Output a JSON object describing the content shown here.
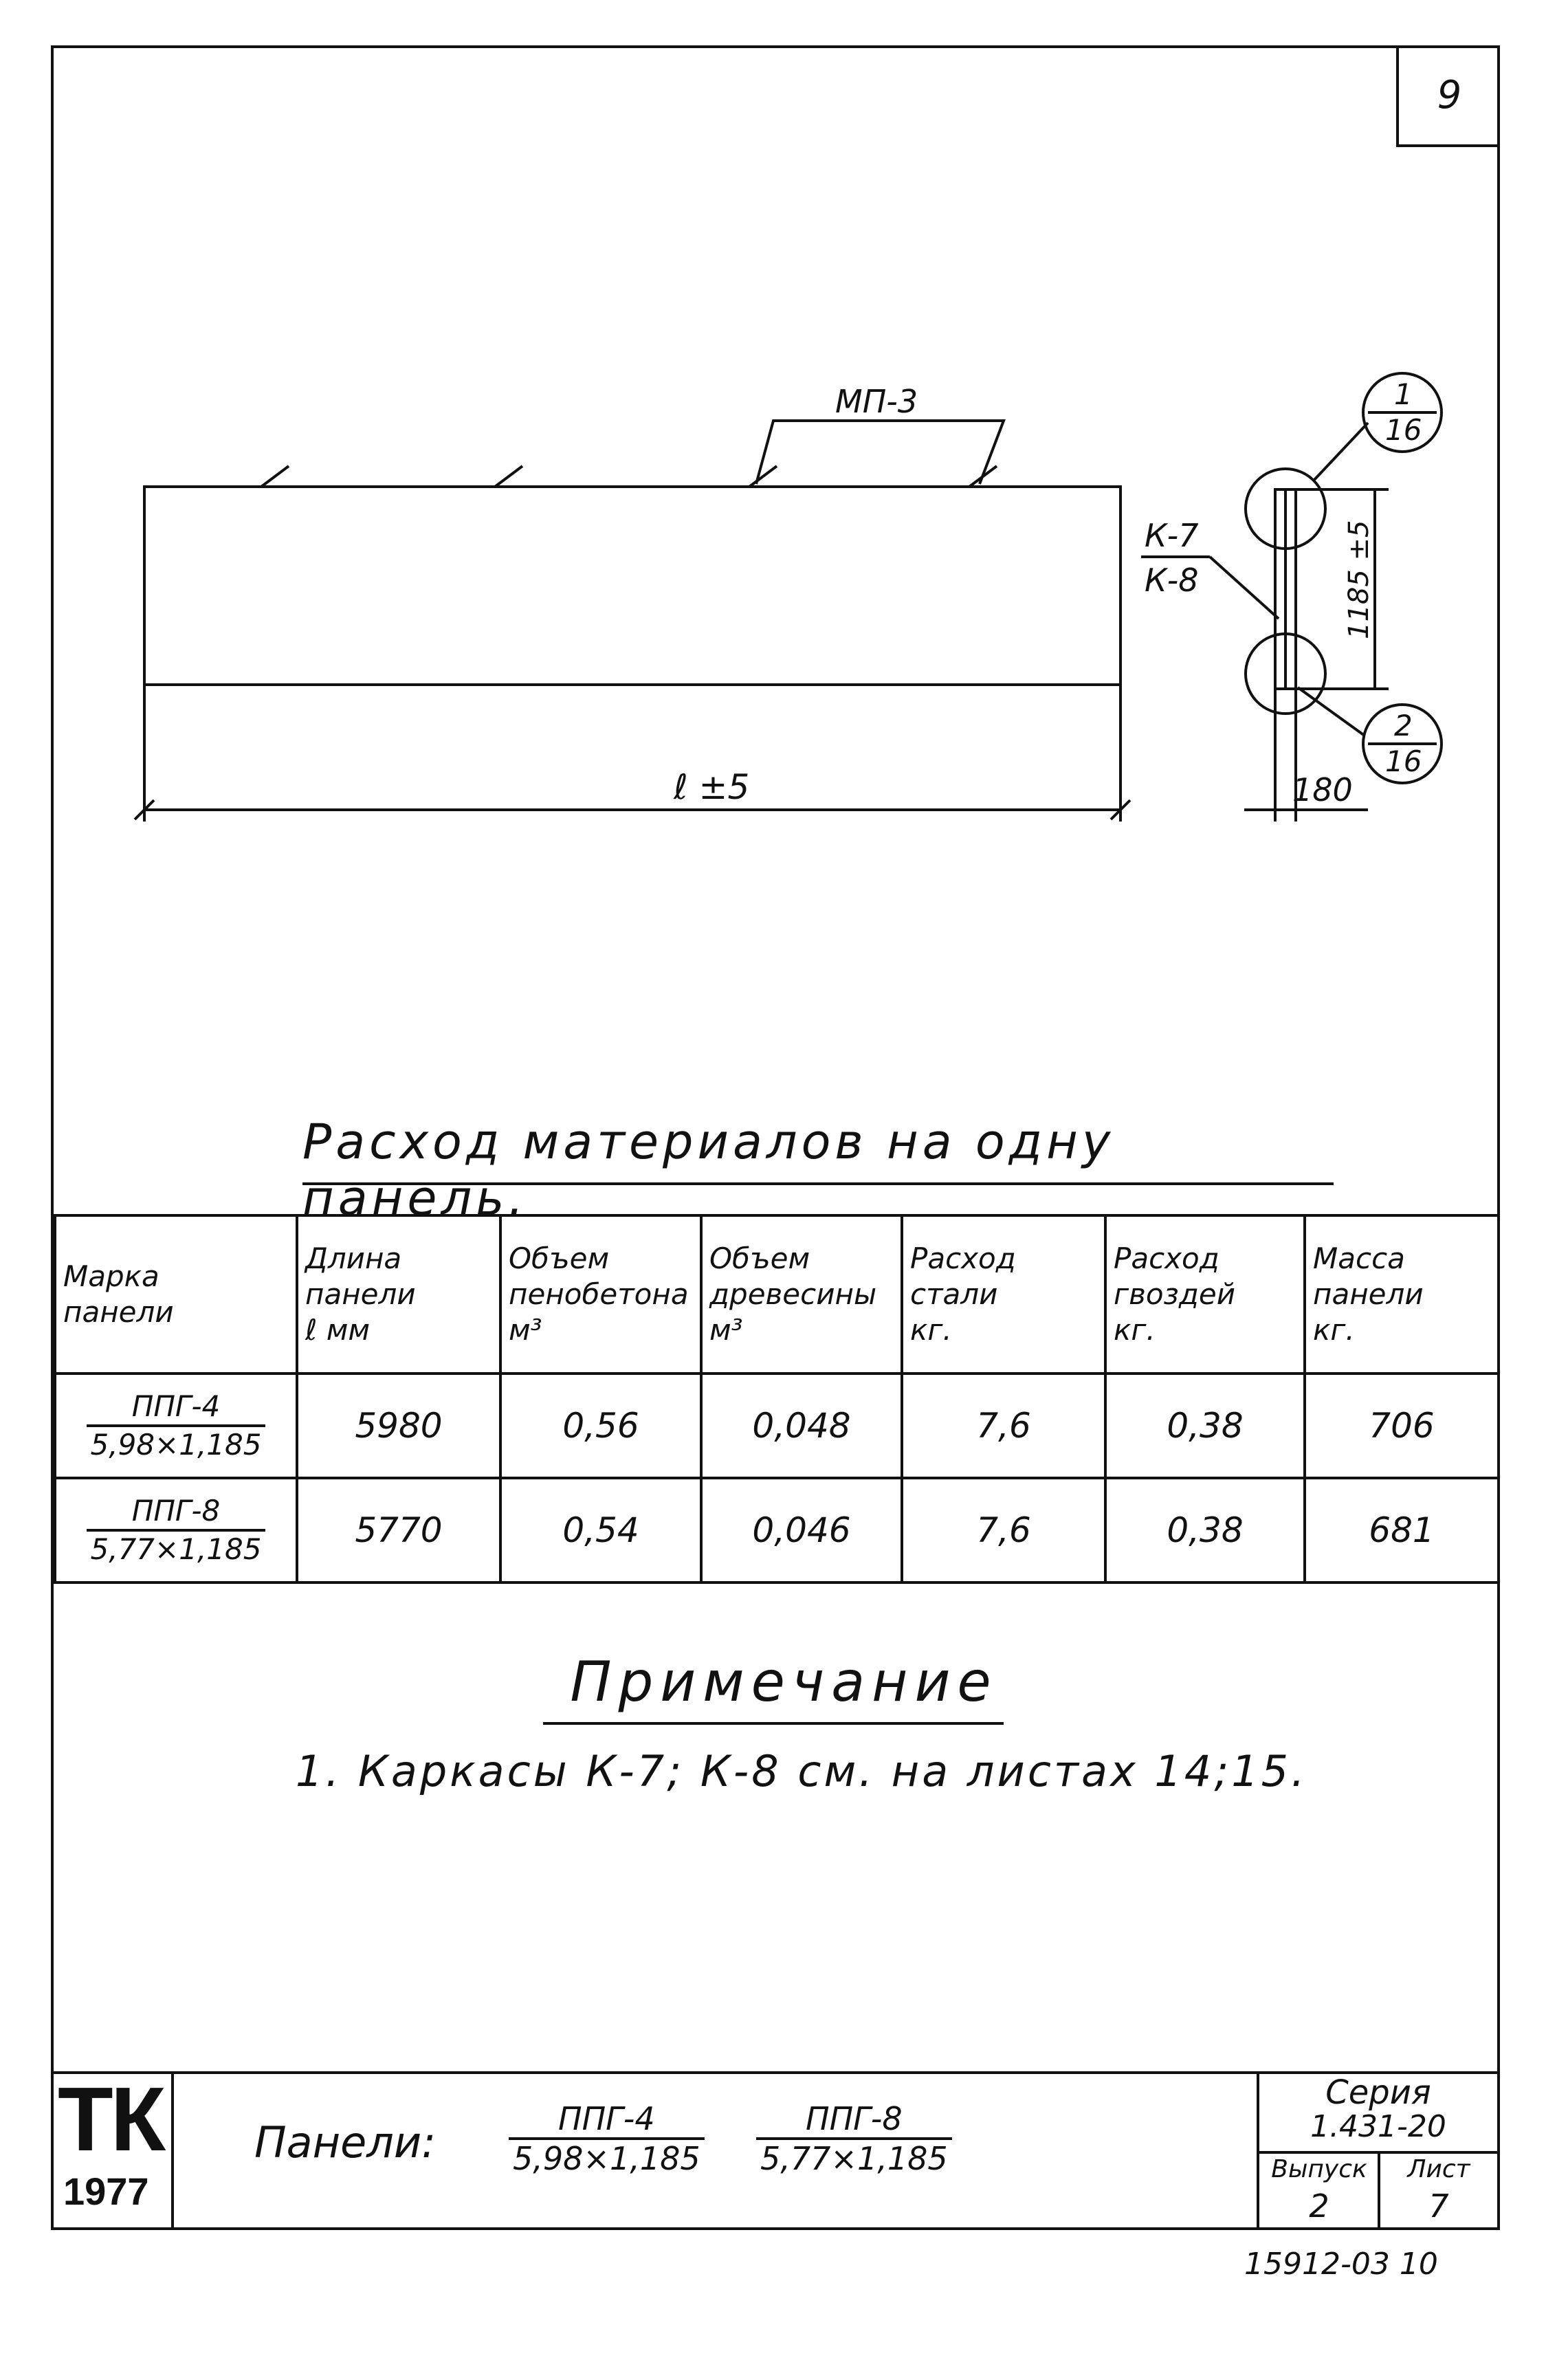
{
  "sheet_number": "9",
  "drawing": {
    "label_mp": "МП-3",
    "label_k_top": "К-7",
    "label_k_bottom": "К-8",
    "dim_length": "ℓ ±5",
    "dim_height": "1185 ±5",
    "dim_thickness": "180",
    "callout1_num": "1",
    "callout1_den": "16",
    "callout2_num": "2",
    "callout2_den": "16"
  },
  "table": {
    "title": "Расход материалов на одну панель.",
    "headers": [
      [
        "Марка",
        "панели"
      ],
      [
        "Длина",
        "панели",
        "ℓ мм"
      ],
      [
        "Объем",
        "пенобетона",
        "м³"
      ],
      [
        "Объем",
        "древесины",
        "м³"
      ],
      [
        "Расход",
        "стали",
        "кг."
      ],
      [
        "Расход",
        "гвоздей",
        "кг."
      ],
      [
        "Масса",
        "панели",
        "кг."
      ]
    ],
    "rows": [
      {
        "mark": "ППГ-4",
        "mark_dims": "5,98×1,185",
        "length": "5980",
        "foam_concrete": "0,56",
        "wood": "0,048",
        "steel": "7,6",
        "nails": "0,38",
        "mass": "706"
      },
      {
        "mark": "ППГ-8",
        "mark_dims": "5,77×1,185",
        "length": "5770",
        "foam_concrete": "0,54",
        "wood": "0,046",
        "steel": "7,6",
        "nails": "0,38",
        "mass": "681"
      }
    ]
  },
  "note": {
    "title": "Примечание",
    "text": "1. Каркасы К-7; К-8 см. на листах 14;15."
  },
  "title_block": {
    "logo": "ТК",
    "year": "1977",
    "label": "Панели:",
    "mark1": "ППГ-4",
    "mark1_dims": "5,98×1,185",
    "mark2": "ППГ-8",
    "mark2_dims": "5,77×1,185",
    "series_label": "Серия",
    "series_number": "1.431-20",
    "issue_label": "Выпуск",
    "issue_value": "2",
    "sheet_label": "Лист",
    "sheet_value": "7"
  },
  "stamp": "15912-03   10"
}
